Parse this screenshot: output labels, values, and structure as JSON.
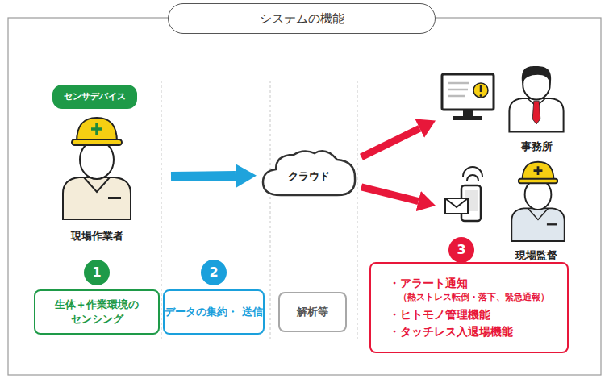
{
  "diagram": {
    "title": "システムの機能",
    "nodes": [
      {
        "text": [
          "センサデバイス"
        ]
      },
      {
        "text": [
          "現場作業者"
        ]
      },
      {
        "text": [
          "クラウド"
        ]
      },
      {
        "text": [
          "事務所"
        ]
      },
      {
        "text": [
          "現場監督"
        ]
      },
      {
        "text": [
          "1"
        ]
      },
      {
        "text": [
          "2"
        ]
      },
      {
        "text": [
          "3"
        ]
      },
      {
        "text": [
          "生体＋作業環境の センシング"
        ]
      },
      {
        "text": [
          "データの集約・ 送信"
        ]
      },
      {
        "text": [
          "解析等"
        ]
      },
      {
        "text": [
          "・アラート通知",
          "（熱ストレス転倒・落下、緊急通報）",
          "・ヒトモノ管理機能",
          "・タッチレス入退場機能"
        ]
      }
    ],
    "edges": [
      {
        "from": 1,
        "to": 2,
        "arrow": "to"
      },
      {
        "from": 2,
        "to": 3,
        "arrow": "to"
      },
      {
        "from": 2,
        "to": 4,
        "arrow": "to"
      }
    ]
  }
}
